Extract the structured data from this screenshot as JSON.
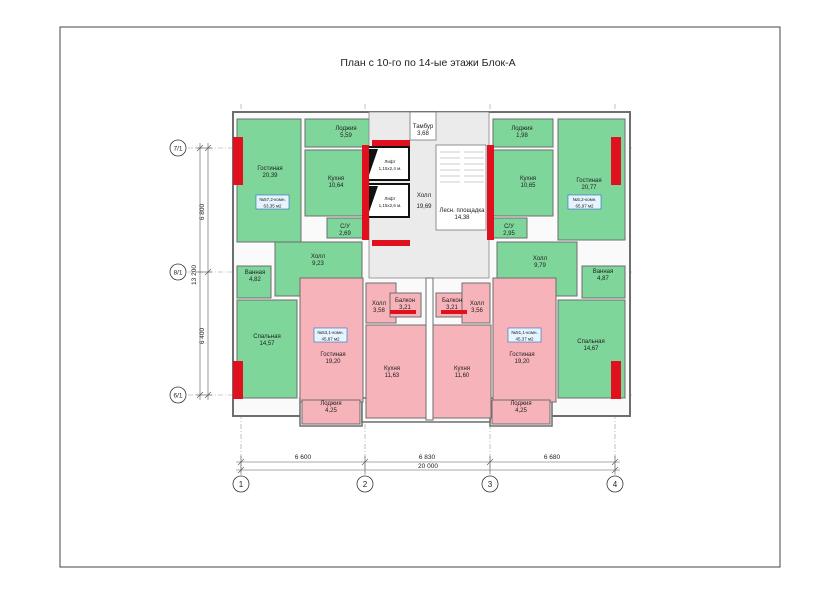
{
  "title": "План с 10-го по 14-ые этажи Блок-А",
  "colors": {
    "green": "#7fd69a",
    "pink": "#f6b3ba",
    "red": "#e0101e",
    "wall": "#6e6e6e",
    "core": "#ebebeb",
    "tag_fill": "#e6f4ff",
    "tag_text": "#2a66c8"
  },
  "grid": {
    "columns": [
      "1",
      "2",
      "3",
      "4"
    ],
    "rows": [
      "7/1",
      "8/1",
      "6/1"
    ]
  },
  "dims": {
    "bottom": [
      "6 600",
      "6 830",
      "6 680"
    ],
    "total": "20 000",
    "left": [
      "6 800",
      "6 400"
    ],
    "left_total": "13 200"
  },
  "rooms": {
    "tl_living": {
      "name": "Гостиная",
      "area": "20,39"
    },
    "tl_loggia": {
      "name": "Лоджия",
      "area": "5,59"
    },
    "tl_kitchen": {
      "name": "Кухня",
      "area": "10,64"
    },
    "tl_wc": {
      "name": "С/У",
      "area": "2,69"
    },
    "tl_hall": {
      "name": "Холл",
      "area": "9,23"
    },
    "tl_bath": {
      "name": "Ванная",
      "area": "4,82"
    },
    "tl_bedroom": {
      "name": "Спальная",
      "area": "14,57"
    },
    "tambour": {
      "name": "Тамбур",
      "area": "3,68"
    },
    "lift1": {
      "name": "Лифт",
      "area": "1,15х2,4 м."
    },
    "lift2": {
      "name": "Лифт",
      "area": "1,15х2,6 м."
    },
    "core_hall": {
      "name": "Холл",
      "area": "19,69"
    },
    "stair": {
      "name": "Лесн. площадка",
      "area": "14,38"
    },
    "tr_loggia": {
      "name": "Лоджия",
      "area": "1,98"
    },
    "tr_kitchen": {
      "name": "Кухня",
      "area": "10,65"
    },
    "tr_living": {
      "name": "Гостиная",
      "area": "20,77"
    },
    "tr_wc": {
      "name": "С/У",
      "area": "2,95"
    },
    "tr_hall": {
      "name": "Холл",
      "area": "9,79"
    },
    "tr_bath": {
      "name": "Ванная",
      "area": "4,87"
    },
    "tr_bedroom": {
      "name": "Спальная",
      "area": "14,67"
    },
    "ml_hall": {
      "name": "Холл",
      "area": "3,58"
    },
    "ml_balcony": {
      "name": "Балкон",
      "area": "3,21"
    },
    "ml_living": {
      "name": "Гостиная",
      "area": "19,20"
    },
    "ml_kitchen": {
      "name": "Кухня",
      "area": "11,63"
    },
    "ml_loggia": {
      "name": "Лоджия",
      "area": "4,25"
    },
    "mr_balcony": {
      "name": "Балкон",
      "area": "3,21"
    },
    "mr_hall": {
      "name": "Холл",
      "area": "3,56"
    },
    "mr_kitchen": {
      "name": "Кухня",
      "area": "11,60"
    },
    "mr_living": {
      "name": "Гостиная",
      "area": "19,20"
    },
    "mr_loggia": {
      "name": "Лоджия",
      "area": "4,25"
    }
  },
  "tags": {
    "tl": {
      "no": "№57,2-комн.",
      "area": "63,35 м2"
    },
    "tr": {
      "no": "№5,2-комн.",
      "area": "65,97 м2"
    },
    "ml": {
      "no": "№53,1-комн.",
      "area": "45,87 м2"
    },
    "mr": {
      "no": "№51,1-комн.",
      "area": "45,37 м2"
    }
  }
}
